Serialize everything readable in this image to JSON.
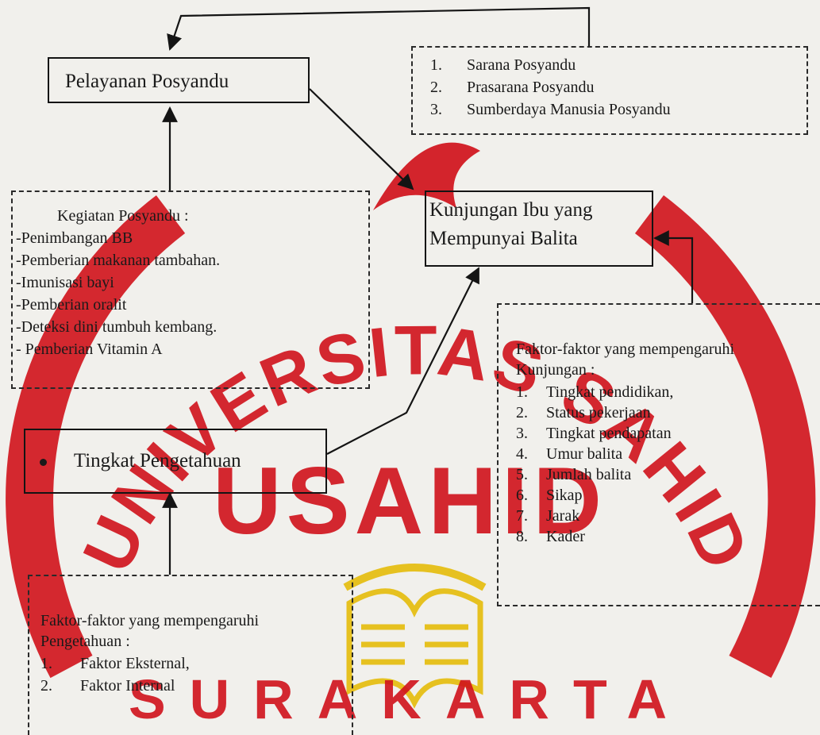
{
  "watermark": {
    "arc_text": "UNIVERSITAS SAHID",
    "center_text": "USAHID",
    "bottom_text": "SURAKARTA",
    "color": "#d0121b",
    "book_color": "#e6bf16"
  },
  "nodes": {
    "pelayanan": {
      "label": "Pelayanan Posyandu"
    },
    "sarana": {
      "items": [
        {
          "num": "1.",
          "text": "Sarana Posyandu"
        },
        {
          "num": "2.",
          "text": "Prasarana Posyandu"
        },
        {
          "num": "3.",
          "text": "Sumberdaya Manusia Posyandu"
        }
      ]
    },
    "kegiatan": {
      "title": "Kegiatan Posyandu :",
      "items": [
        "-Penimbangan BB",
        "-Pemberian makanan tambahan.",
        "-Imunisasi bayi",
        "-Pemberian oralit",
        "-Deteksi dini tumbuh kembang.",
        "- Pemberian Vitamin A"
      ]
    },
    "kunjungan": {
      "line1": "Kunjungan Ibu yang",
      "line2": "Mempunyai Balita"
    },
    "faktor_kunjungan": {
      "title_line1": "Faktor-faktor yang mempengaruhi",
      "title_line2": "Kunjungan :",
      "items": [
        {
          "num": "1.",
          "text": "Tingkat  pendidikan,"
        },
        {
          "num": "2.",
          "text": "Status pekerjaan"
        },
        {
          "num": "3.",
          "text": "Tingkat pendapatan"
        },
        {
          "num": "4.",
          "text": "Umur balita"
        },
        {
          "num": "5.",
          "text": "Jumlah balita"
        },
        {
          "num": "6.",
          "text": "Sikap"
        },
        {
          "num": "7.",
          "text": "Jarak"
        },
        {
          "num": "8.",
          "text": "Kader"
        }
      ]
    },
    "pengetahuan": {
      "label": "Tingkat Pengetahuan"
    },
    "faktor_pengetahuan": {
      "title_line1": "Faktor-faktor yang mempengaruhi",
      "title_line2": "Pengetahuan :",
      "items": [
        {
          "num": "1.",
          "text": "Faktor Eksternal,"
        },
        {
          "num": "2.",
          "text": "Faktor Internal"
        }
      ]
    }
  }
}
